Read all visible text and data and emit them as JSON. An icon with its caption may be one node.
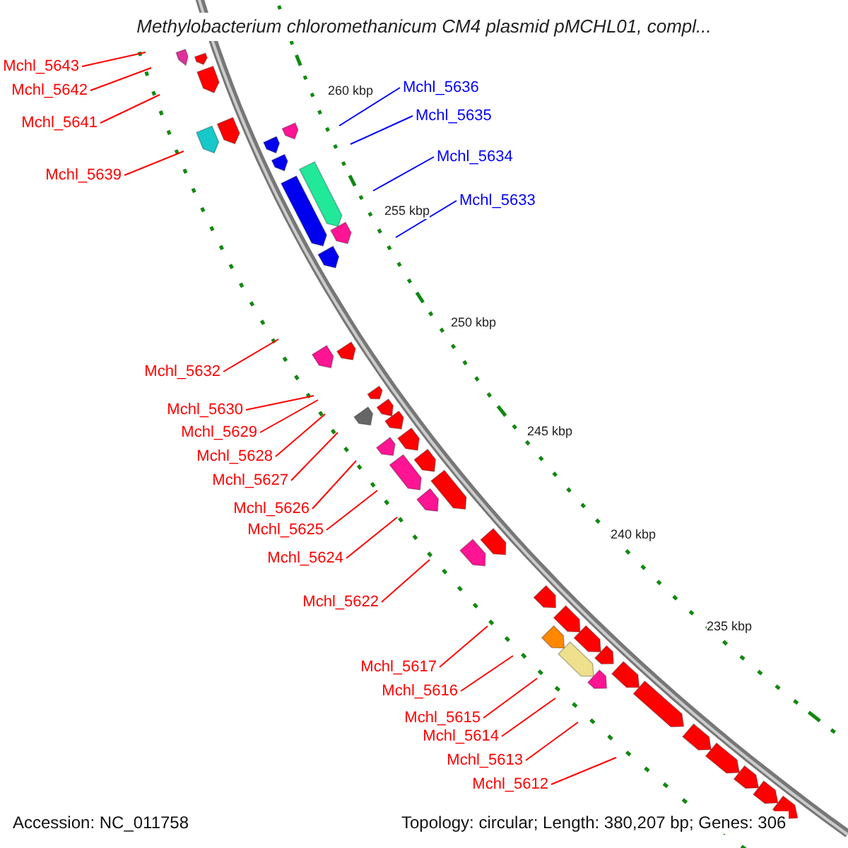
{
  "diagram": {
    "title": "Methylobacterium chloromethanicum CM4 plasmid pMCHL01, compl...",
    "nodes": [
      {
        "text": [
          "Mchl_5643"
        ]
      },
      {
        "text": [
          "Mchl_5636"
        ]
      },
      {
        "text": [
          "Mchl_5642"
        ]
      },
      {
        "text": [
          "Mchl_5635"
        ]
      },
      {
        "text": [
          "Mchl_5641"
        ]
      },
      {
        "text": [
          "Mchl_5634"
        ]
      },
      {
        "text": [
          "Mchl_5639"
        ]
      },
      {
        "text": [
          "Mchl_5633"
        ]
      },
      {
        "text": [
          "Mchl_5632"
        ]
      },
      {
        "text": [
          "Mchl_5630"
        ]
      },
      {
        "text": [
          "Mchl_5629"
        ]
      },
      {
        "text": [
          "Mchl_5628"
        ]
      },
      {
        "text": [
          "Mchl_5627"
        ]
      },
      {
        "text": [
          "Mchl_5626"
        ]
      },
      {
        "text": [
          "Mchl_5625"
        ]
      },
      {
        "text": [
          "Mchl_5624"
        ]
      },
      {
        "text": [
          "Mchl_5622"
        ]
      },
      {
        "text": [
          "Mchl_5617"
        ]
      },
      {
        "text": [
          "Mchl_5616"
        ]
      },
      {
        "text": [
          "Mchl_5615"
        ]
      },
      {
        "text": [
          "Mchl_5614"
        ]
      },
      {
        "text": [
          "Mchl_5613"
        ]
      },
      {
        "text": [
          "Mchl_5612"
        ]
      }
    ],
    "edges": [
      {
        "from": 0,
        "to": null,
        "arrow": "none"
      },
      {
        "from": 1,
        "to": null,
        "arrow": "none",
        "color": "#0000ff"
      },
      {
        "from": 2,
        "to": null,
        "arrow": "none"
      },
      {
        "from": 3,
        "to": null,
        "arrow": "none",
        "color": "#0000ff"
      },
      {
        "from": 4,
        "to": null,
        "arrow": "none"
      },
      {
        "from": 5,
        "to": null,
        "arrow": "none",
        "color": "#0000ff"
      },
      {
        "from": 6,
        "to": null,
        "arrow": "none"
      },
      {
        "from": 7,
        "to": null,
        "arrow": "none",
        "color": "#0000ff"
      },
      {
        "from": 8,
        "to": null,
        "arrow": "none"
      },
      {
        "from": 9,
        "to": null,
        "arrow": "none"
      },
      {
        "from": 10,
        "to": null,
        "arrow": "none"
      },
      {
        "from": 11,
        "to": null,
        "arrow": "none"
      },
      {
        "from": 12,
        "to": null,
        "arrow": "none"
      },
      {
        "from": 13,
        "to": null,
        "arrow": "none"
      },
      {
        "from": 14,
        "to": null,
        "arrow": "none"
      },
      {
        "from": 15,
        "to": null,
        "arrow": "none"
      },
      {
        "from": 16,
        "to": null,
        "arrow": "none"
      },
      {
        "from": 17,
        "to": null,
        "arrow": "none"
      },
      {
        "from": 18,
        "to": null,
        "arrow": "none"
      },
      {
        "from": 19,
        "to": null,
        "arrow": "none"
      },
      {
        "from": 20,
        "to": null,
        "arrow": "none"
      },
      {
        "from": 21,
        "to": null,
        "arrow": "none"
      },
      {
        "from": 22,
        "to": null,
        "arrow": "none"
      }
    ],
    "labels": [
      "260 kbp",
      "255 kbp",
      "250 kbp",
      "245 kbp",
      "240 kbp",
      "235 kbp",
      "Accession: NC_011758",
      "Topology: circular; Length: 380,207 bp; Genes: 306"
    ]
  }
}
